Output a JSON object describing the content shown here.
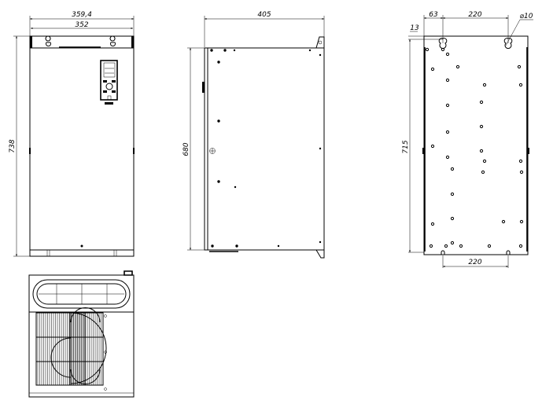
{
  "front_view": {
    "width_outer": "359,4",
    "width_inner": "352",
    "height": "738"
  },
  "side_view": {
    "depth": "405",
    "height": "680"
  },
  "back_view": {
    "edge_offset": "63",
    "hole_spacing_top": "220",
    "hole_diameter": "⌀10",
    "top_offset": "13",
    "height": "715",
    "hole_spacing_bottom": "220"
  }
}
